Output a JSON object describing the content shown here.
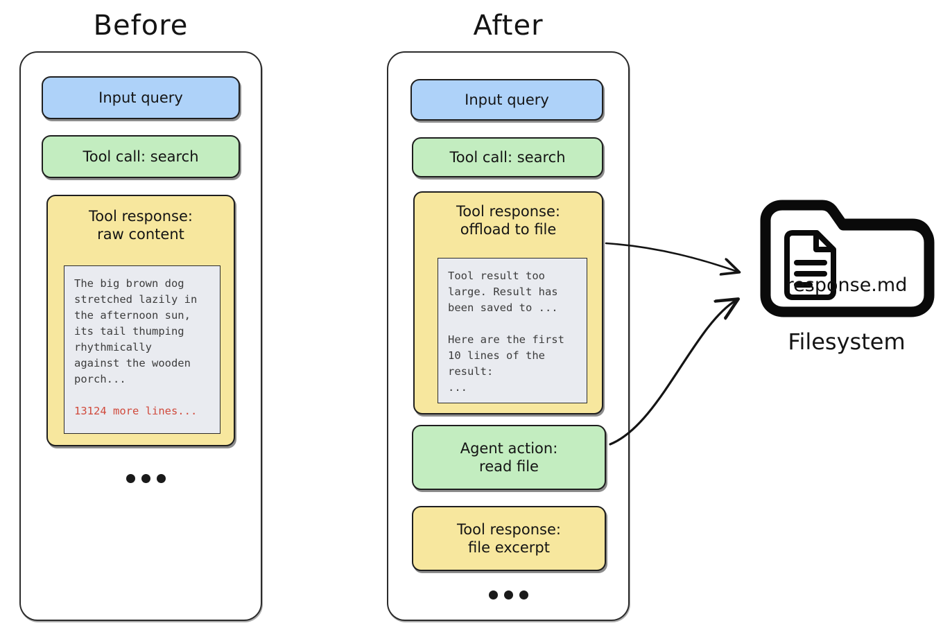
{
  "diagram": {
    "columns": [
      {
        "id": "before",
        "title": "Before",
        "steps": [
          {
            "name": "input-query",
            "color": "blue",
            "lines": [
              "Input query"
            ]
          },
          {
            "name": "tool-call-search",
            "color": "green",
            "lines": [
              "Tool call: search"
            ]
          },
          {
            "name": "tool-response-raw-content",
            "color": "yellow",
            "lines": [
              "Tool response:",
              "raw content"
            ],
            "code": "The big brown dog\nstretched lazily in\nthe afternoon sun,\nits tail thumping\nrhythmically\nagainst the wooden\nporch...",
            "code_highlight": "13124 more lines..."
          }
        ],
        "ellipsis": "..."
      },
      {
        "id": "after",
        "title": "After",
        "steps": [
          {
            "name": "input-query",
            "color": "blue",
            "lines": [
              "Input query"
            ]
          },
          {
            "name": "tool-call-search",
            "color": "green",
            "lines": [
              "Tool call: search"
            ]
          },
          {
            "name": "tool-response-offload-to-file",
            "color": "yellow",
            "lines": [
              "Tool response:",
              "offload to file"
            ],
            "code": "Tool result too\nlarge. Result has\nbeen saved to ...\n\nHere are the first\n10 lines of the\nresult:\n..."
          },
          {
            "name": "agent-action-read-file",
            "color": "green",
            "lines": [
              "Agent action:",
              "read file"
            ]
          },
          {
            "name": "tool-response-file-excerpt",
            "color": "yellow",
            "lines": [
              "Tool response:",
              "file excerpt"
            ]
          }
        ],
        "ellipsis": "..."
      }
    ],
    "filesystem": {
      "icon": "folder-with-document-icon",
      "file_name": "response.md",
      "label": "Filesystem"
    },
    "arrows": [
      {
        "name": "arrow-offload-to-filesystem",
        "from": "tool-response-offload-to-file",
        "to": "filesystem"
      },
      {
        "name": "arrow-read-file-from-filesystem",
        "from": "agent-action-read-file",
        "to": "filesystem"
      }
    ],
    "colors": {
      "blue": "#aed2f9",
      "green": "#c3edc0",
      "yellow": "#f7e79e",
      "code_background": "#e9ebf0",
      "code_text": "#3c3c3c",
      "highlight_red": "#d04a3c",
      "stroke": "#1e1e1e",
      "background": "#ffffff"
    }
  }
}
